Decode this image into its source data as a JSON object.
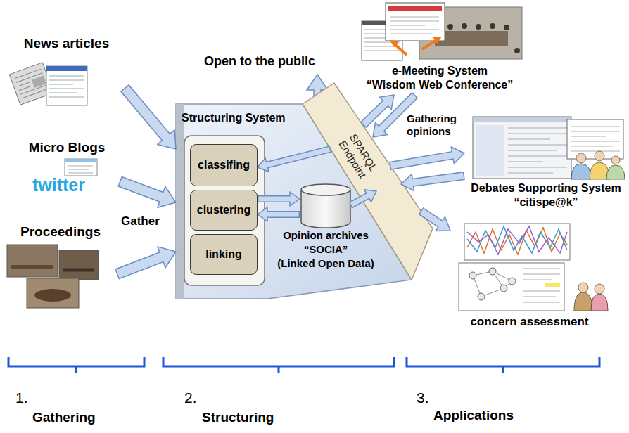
{
  "diagram": {
    "nodes": [
      {
        "text": [
          "News articles"
        ]
      },
      {
        "text": [
          "Micro Blogs"
        ]
      },
      {
        "text": [
          "Proceedings"
        ]
      },
      {
        "text": [
          "Structuring System"
        ]
      },
      {
        "text": [
          "classifing"
        ],
        "in": 3
      },
      {
        "text": [
          "clustering"
        ],
        "in": 3
      },
      {
        "text": [
          "linking"
        ],
        "in": 3
      },
      {
        "text": [
          "Opinion archives",
          "“SOCIA”",
          "(Linked Open Data)"
        ],
        "in": 3
      },
      {
        "text": [
          "SPARQL Endpoint"
        ]
      },
      {
        "text": [
          "e-Meeting System",
          "“Wisdom Web Conference”"
        ]
      },
      {
        "text": [
          "Debates Supporting System",
          "“citispe@k”"
        ]
      },
      {
        "text": [
          "concern assessment"
        ]
      }
    ],
    "edges": [
      {
        "from": 0,
        "to": 3,
        "arrow": "to"
      },
      {
        "from": 1,
        "to": 3,
        "arrow": "to"
      },
      {
        "from": 2,
        "to": 3,
        "arrow": "to"
      },
      {
        "from": 8,
        "to": 4,
        "arrow": "to"
      },
      {
        "from": 5,
        "to": 7,
        "arrow": "to"
      },
      {
        "from": 7,
        "to": 5,
        "arrow": "to"
      },
      {
        "from": 7,
        "to": 8,
        "arrow": "to"
      },
      {
        "from": 8,
        "to": 9,
        "arrow": "to"
      },
      {
        "from": 9,
        "to": 8,
        "arrow": "to"
      },
      {
        "from": 8,
        "to": 10,
        "arrow": "to"
      },
      {
        "from": 10,
        "to": 8,
        "arrow": "to"
      },
      {
        "from": 8,
        "to": 11,
        "arrow": "to"
      }
    ],
    "labels": [
      "twitter",
      "Gather",
      "Open to the public",
      "Gathering opinions",
      "1.",
      "Gathering",
      "2.",
      "Structuring",
      "3.",
      "Applications"
    ]
  }
}
